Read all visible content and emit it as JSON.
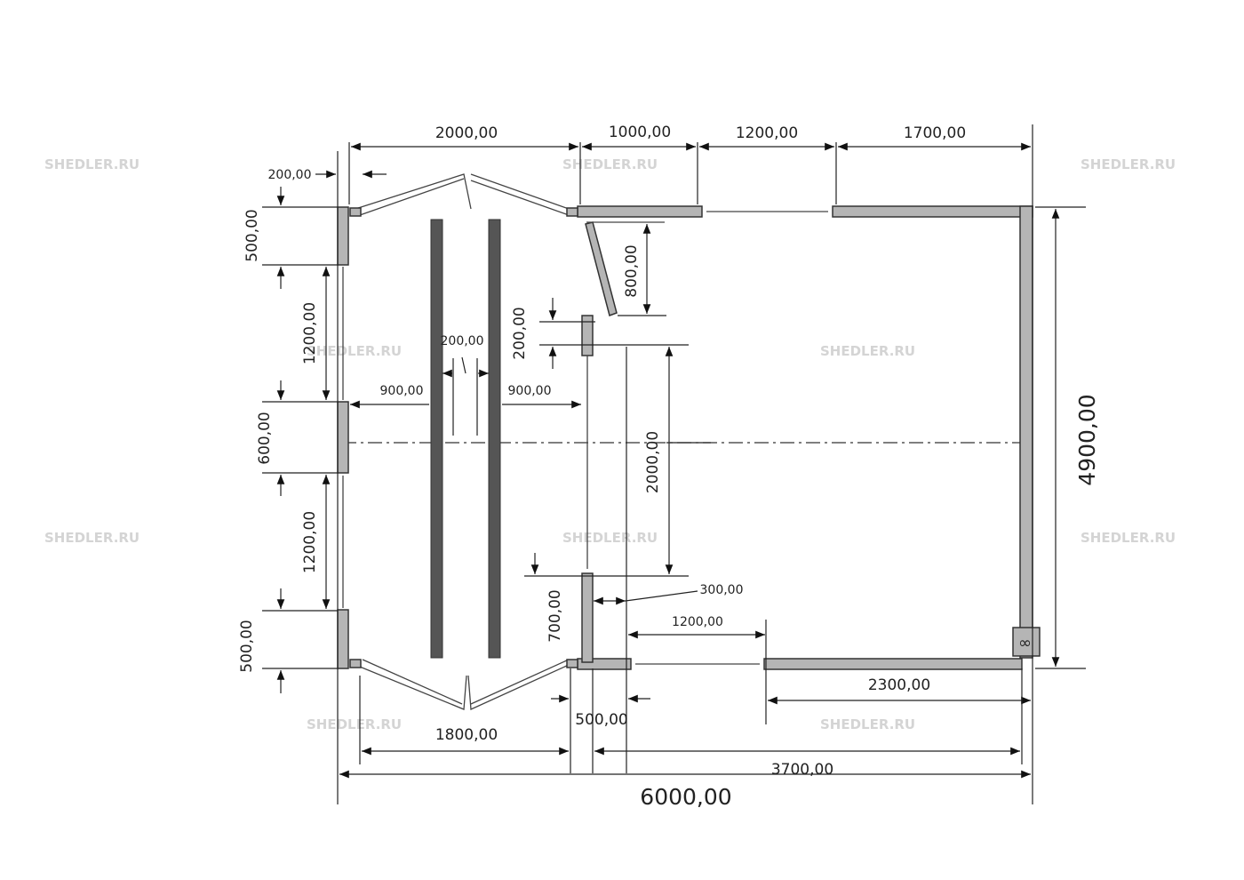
{
  "watermark": "SHEDLER.RU",
  "dimensions": {
    "top_2000": "2000,00",
    "top_1000": "1000,00",
    "top_1200": "1200,00",
    "top_1700": "1700,00",
    "offset_200": "200,00",
    "left_500_top": "500,00",
    "left_1200_top": "1200,00",
    "left_600": "600,00",
    "left_1200_bottom": "1200,00",
    "left_500_bottom": "500,00",
    "post_200": "200,00",
    "door_800": "800,00",
    "opening_2000": "2000,00",
    "post_700": "700,00",
    "total_height_4900": "4900,00",
    "track_gap_200": "200,00",
    "track_900_left": "900,00",
    "track_900_right": "900,00",
    "wall_300": "300,00",
    "gap_1200": "1200,00",
    "bottom_2300": "2300,00",
    "bottom_500": "500,00",
    "gate_1800": "1800,00",
    "bottom_3700": "3700,00",
    "total_width_6000": "6000,00"
  }
}
